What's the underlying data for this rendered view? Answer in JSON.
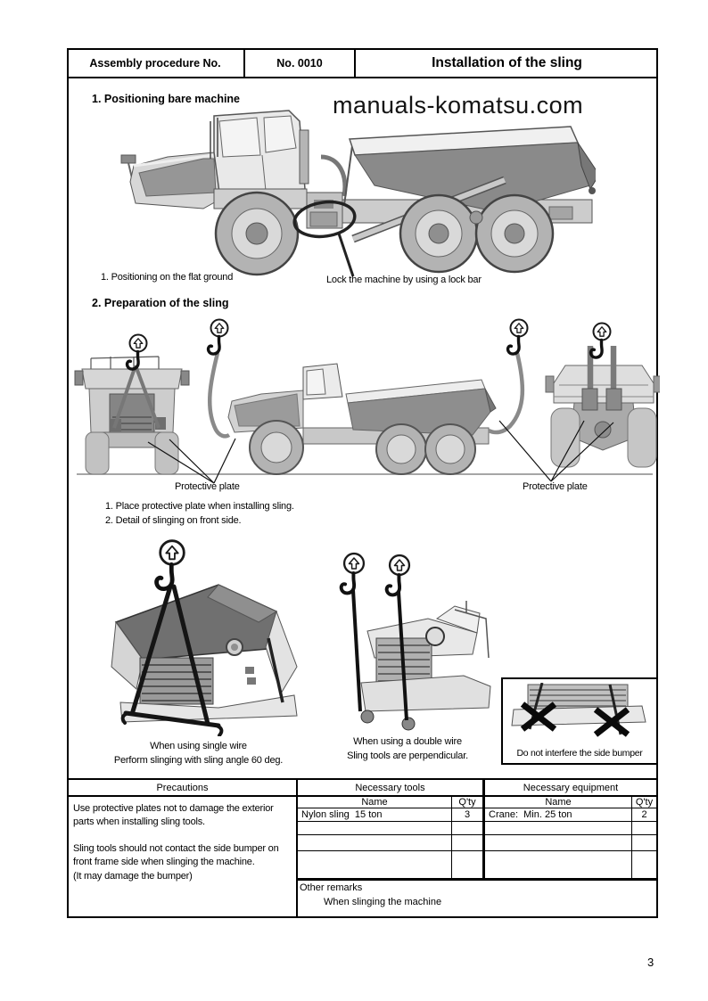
{
  "header": {
    "col1": "Assembly procedure No.",
    "col2": "No. 0010",
    "col3": "Installation of the sling"
  },
  "watermark": "manuals-komatsu.com",
  "section1": {
    "title": "1. Positioning bare machine",
    "caption_left": "1. Positioning on the flat ground",
    "caption_right": "Lock the machine by using a lock bar"
  },
  "section2": {
    "title": "2. Preparation of the sling",
    "protective_plate_left": "Protective plate",
    "protective_plate_right": "Protective plate",
    "notes": [
      "1. Place protective plate when installing sling.",
      "2. Detail of slinging on front side."
    ],
    "single_wire_caption_1": "When using single wire",
    "single_wire_caption_2": "Perform slinging with sling angle 60 deg.",
    "double_wire_caption_1": "When using a double wire",
    "double_wire_caption_2": "Sling tools are perpendicular.",
    "warning_caption": "Do not interfere the side bumper"
  },
  "bottom_table": {
    "precautions": {
      "header": "Precautions",
      "p1": "Use protective plates not to damage the exterior parts when installing sling tools.",
      "p2": "Sling tools should not contact the side bumper on front frame side when slinging the machine.",
      "p3": "(It may damage the bumper)"
    },
    "tools": {
      "header": "Necessary tools",
      "name_col": "Name",
      "qty_col": "Q'ty",
      "rows": [
        {
          "name": "Nylon sling  15 ton",
          "qty": "3"
        }
      ]
    },
    "equipment": {
      "header": "Necessary equipment",
      "name_col": "Name",
      "qty_col": "Q'ty",
      "rows": [
        {
          "name": "Crane:  Min. 25 ton",
          "qty": "2"
        }
      ]
    },
    "other_remarks": {
      "label": "Other remarks",
      "text": "When slinging the machine"
    }
  },
  "page_number": "3"
}
